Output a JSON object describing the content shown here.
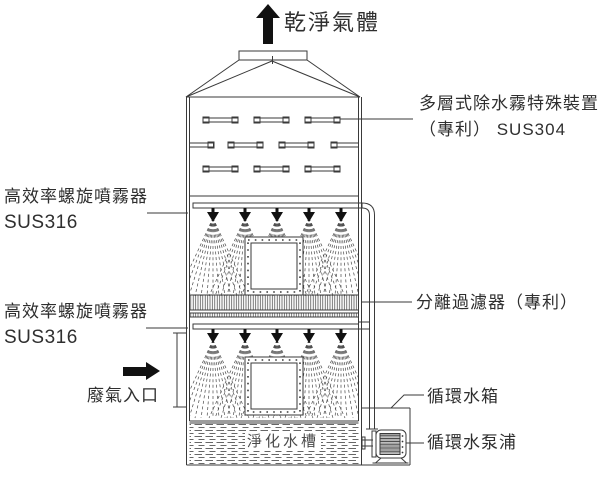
{
  "header": {
    "clean_gas": "乾淨氣體"
  },
  "labels": {
    "demister": {
      "line1": "多層式除水霧特殊裝置",
      "line2": "（專利） SUS304"
    },
    "sprayer_upper": {
      "line1": "高效率螺旋噴霧器",
      "line2": "SUS316"
    },
    "sprayer_lower": {
      "line1": "高效率螺旋噴霧器",
      "line2": "SUS316"
    },
    "filter": "分離過濾器（專利）",
    "waste_gas_inlet": "廢氣入口",
    "circulation_tank": "循環水箱",
    "circulation_pump": "循環水泵浦",
    "purification_basin": "淨化水槽"
  },
  "icons": {
    "up_arrow": "clean-gas-flow-up",
    "right_arrow": "waste-gas-flow-in"
  },
  "colors": {
    "line": "#3a3a3a",
    "spray": "#4a4a4a",
    "arrow": "#111111",
    "text": "#2f2f2f",
    "background": "#ffffff"
  }
}
